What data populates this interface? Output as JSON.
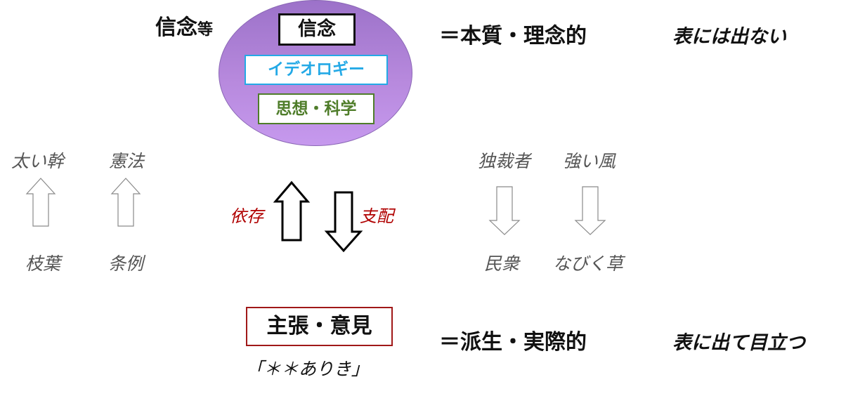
{
  "title": {
    "main": "信念",
    "suffix": "等"
  },
  "core_boxes": {
    "belief": "信念",
    "ideology": "イデオロギー",
    "thought_science": "思想・科学"
  },
  "top_row": {
    "equation": "＝本質・理念的",
    "note": "表には出ない"
  },
  "bottom_row": {
    "box": "主張・意見",
    "equation": "＝派生・実際的",
    "note": "表に出て目立つ",
    "quote": "「＊＊ありき」"
  },
  "relations": {
    "up_label": "依存",
    "down_label": "支配"
  },
  "left_analogy": {
    "top_labels": [
      "太い幹",
      "憲法"
    ],
    "bottom_labels": [
      "枝葉",
      "条例"
    ]
  },
  "right_analogy": {
    "top_labels": [
      "独裁者",
      "強い風"
    ],
    "bottom_labels": [
      "民衆",
      "なびく草"
    ]
  },
  "colors": {
    "ellipse": "#b789dd",
    "ideology_border": "#24a9e6",
    "science_border": "#4f7d2a",
    "claim_border": "#a01818",
    "relation_text": "#b00000",
    "gray_text": "#555555",
    "gray_arrow": "#8a8a8a"
  }
}
